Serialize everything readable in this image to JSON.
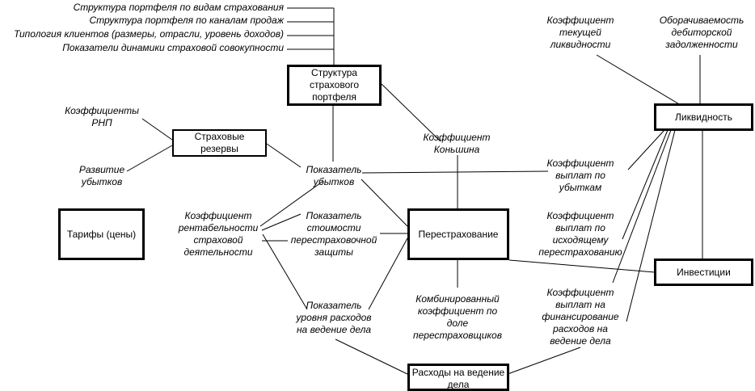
{
  "colors": {
    "line": "#000000",
    "background": "#ffffff"
  },
  "top_list": [
    "Структура портфеля по видам страхования",
    "Структура портфеля по каналам продаж",
    "Типология клиентов (размеры, отрасли, уровень доходов)",
    "Показатели динамики страховой совокупности"
  ],
  "boxes": {
    "portfolio": "Структура страхового портфеля",
    "reserves": "Страховые резервы",
    "tariffs": "Тарифы (цены)",
    "reinsurance": "Перестрахование",
    "liquidity": "Ликвидность",
    "investments": "Инвестиции",
    "expenses": "Расходы на ведение дела"
  },
  "labels": {
    "rnp": [
      "Коэффициенты",
      "РНП"
    ],
    "loss_dev": [
      "Развитие",
      "убытков"
    ],
    "loss_ind": [
      "Показатель",
      "убытков"
    ],
    "konshin": [
      "Коэффициент",
      "Коньшина"
    ],
    "profit": [
      "Коэффициент",
      "рентабельности",
      "страховой",
      "деятельности"
    ],
    "reins_cost": [
      "Показатель",
      "стоимости",
      "перестраховочной",
      "защиты"
    ],
    "expense_level": [
      "Показатель",
      "уровня расходов",
      "на ведение дела"
    ],
    "combined": [
      "Комбинированный",
      "коэффициент по",
      "доле",
      "перестраховщиков"
    ],
    "current_liq": [
      "Коэффициент",
      "текущей",
      "ликвидности"
    ],
    "receivables": [
      "Оборачиваемость",
      "дебиторской",
      "задолженности"
    ],
    "pay_losses": [
      "Коэффициент",
      "выплат по",
      "убыткам"
    ],
    "pay_reins": [
      "Коэффициент",
      "выплат по",
      "исходящему",
      "перестрахованию"
    ],
    "pay_expenses": [
      "Коэффициент",
      "выплат на",
      "финансирование",
      "расходов на",
      "ведение дела"
    ]
  }
}
